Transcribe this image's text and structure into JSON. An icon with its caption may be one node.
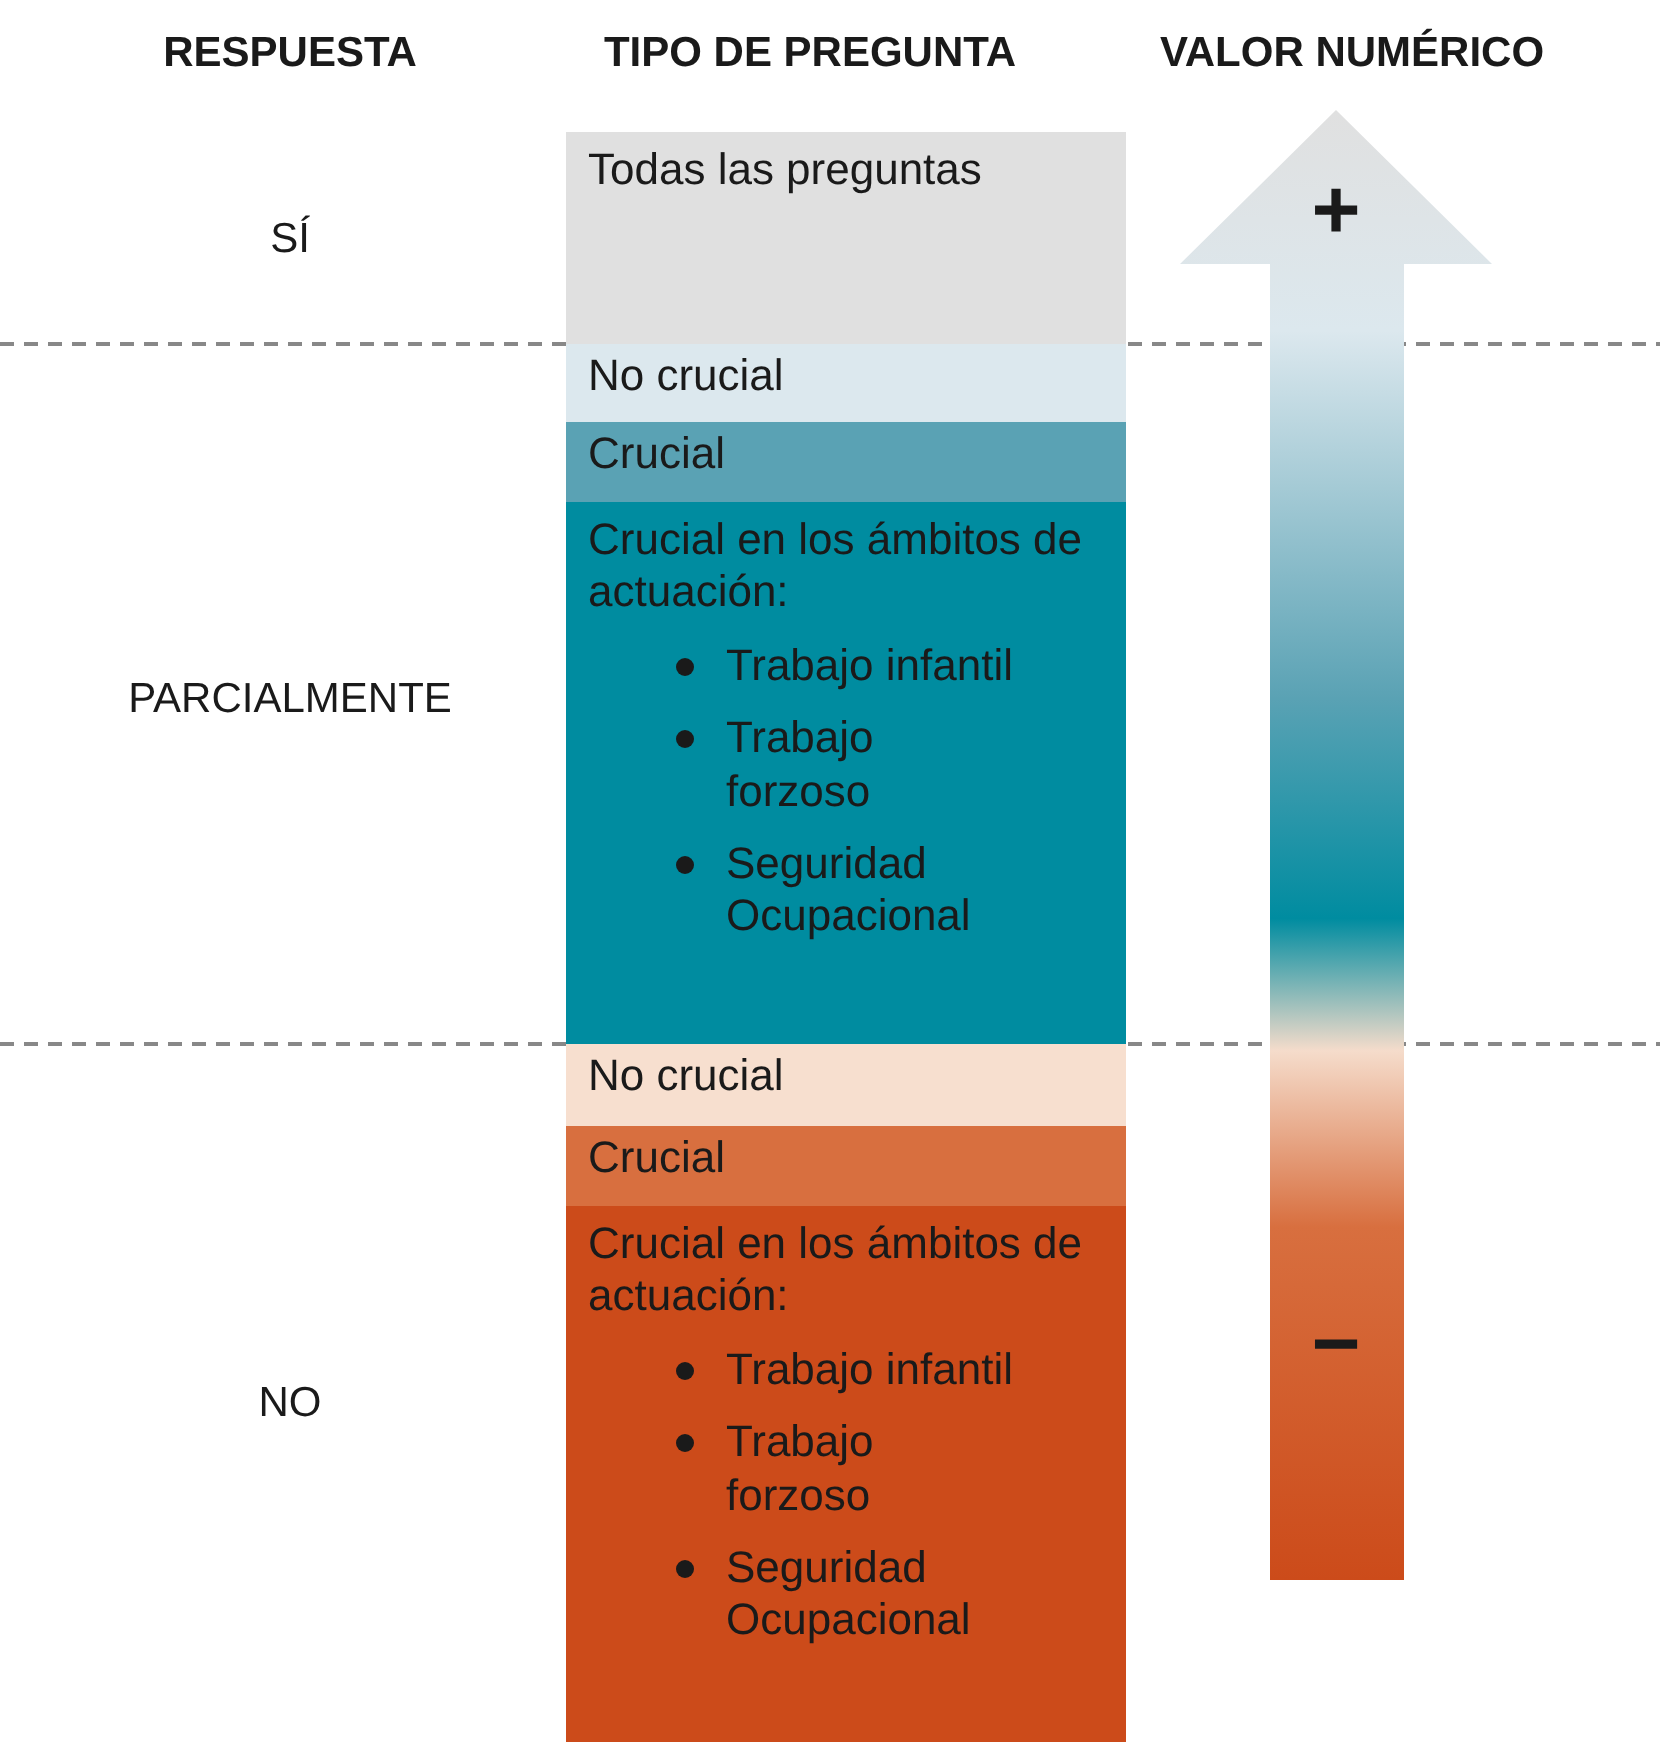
{
  "diagram": {
    "nodes": [
      {
        "text": [
          "Todas las preguntas"
        ]
      },
      {
        "text": [
          "No crucial"
        ]
      },
      {
        "text": [
          "Crucial"
        ]
      },
      {
        "text": [
          "Crucial en los ámbitos de actuación:",
          "Trabajo infantil",
          "Trabajo forzoso",
          "Seguridad Ocupacional"
        ]
      },
      {
        "text": [
          "No crucial"
        ]
      },
      {
        "text": [
          "Crucial"
        ]
      },
      {
        "text": [
          "Crucial en los ámbitos de actuación:",
          "Trabajo infantil",
          "Trabajo forzoso",
          "Seguridad Ocupacional"
        ]
      },
      {
        "text": [
          "+",
          "−"
        ]
      }
    ],
    "labels": [
      "RESPUESTA",
      "TIPO DE PREGUNTA",
      "VALOR NUMÉRICO",
      "SÍ",
      "PARCIALMENTE",
      "NO"
    ]
  }
}
